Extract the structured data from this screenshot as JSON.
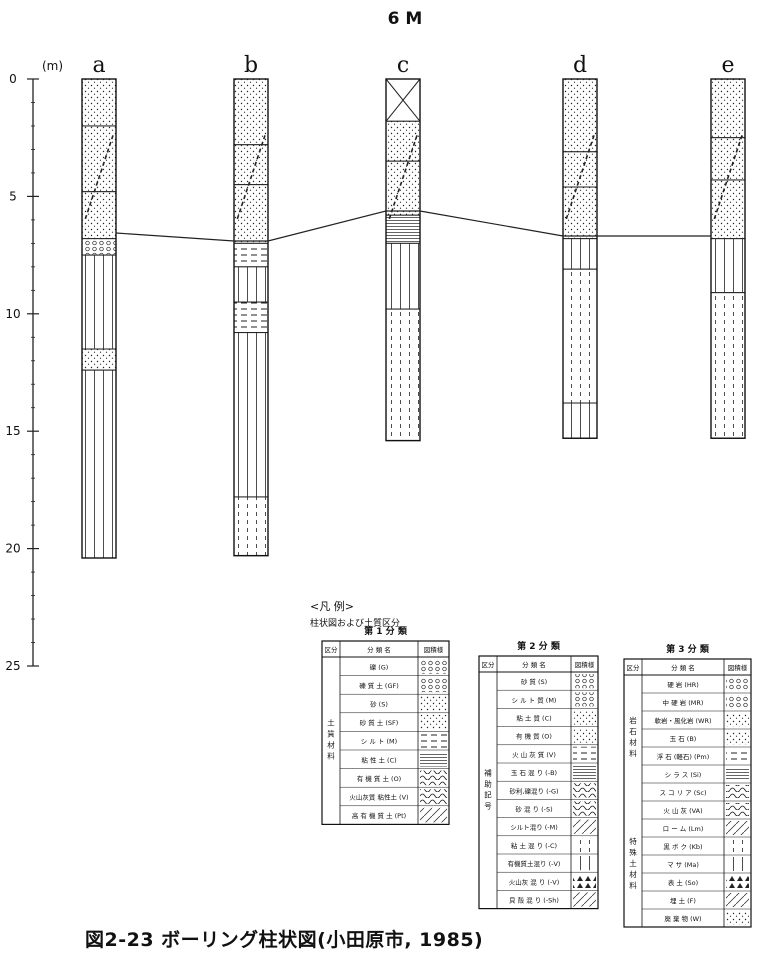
{
  "figure": {
    "top_label": "6 M",
    "caption": "図2-23 ボーリング柱状図(小田原市, 1985)",
    "depth_axis": {
      "unit_label": "(m)",
      "ticks": [
        "0",
        "5",
        "10",
        "15",
        "20",
        "25"
      ]
    },
    "boreholes": [
      {
        "id": "a",
        "label": "a"
      },
      {
        "id": "b",
        "label": "b"
      },
      {
        "id": "c",
        "label": "c"
      },
      {
        "id": "d",
        "label": "d"
      },
      {
        "id": "e",
        "label": "e"
      }
    ]
  },
  "legend": {
    "title": "<凡 例>",
    "subtitle": "柱状図および土質区分",
    "tables": [
      {
        "title": "第 1 分 類",
        "headers": [
          "区分",
          "分 類 名",
          "図積様"
        ],
        "group_label": "土質材料",
        "rows": [
          "礫 (G)",
          "礫 質 土 (GF)",
          "砂 (S)",
          "砂 質 土 (SF)",
          "シ ル ト (M)",
          "粘 性 土 (C)",
          "有 機 質 土 (O)",
          "火山灰質 粘性土 (V)",
          "高 有 機 質 土 (Pt)"
        ]
      },
      {
        "title": "第 2 分 類",
        "headers": [
          "区分",
          "分 類 名",
          "図積様"
        ],
        "group_label": "補助記号",
        "rows": [
          "砂 質 (S)",
          "シ ル ト 質 (M)",
          "粘 土 質 (C)",
          "有 機 質 (O)",
          "火 山 灰 質 (V)",
          "玉 石 混 り (-B)",
          "砂利,礫混り (-G)",
          "砂 混 り (-S)",
          "シルト混り (-M)",
          "粘 土 混 り (-C)",
          "有機質土混り (-V)",
          "火山灰 混 り (-V)",
          "貝 殻 混 り (-Sh)"
        ]
      },
      {
        "title": "第 3 分 類",
        "headers": [
          "区分",
          "分 類 名",
          "図積様"
        ],
        "groups": [
          "岩石材料",
          "特殊土材料"
        ],
        "rows": [
          "硬 岩 (HR)",
          "中 硬 岩 (MR)",
          "軟岩・風化岩 (WR)",
          "玉 石 (B)",
          "浮 石 (軽石) (Pm)",
          "シ ラ ス (Si)",
          "ス コ リ ア (Sc)",
          "火 山 灰 (VA)",
          "ロ ー ム (Lm)",
          "黒 ボ ク (Kb)",
          "マ サ (Ma)",
          "表 土 (So)",
          "埋 土 (F)",
          "廃 棄 物 (W)"
        ]
      }
    ]
  }
}
